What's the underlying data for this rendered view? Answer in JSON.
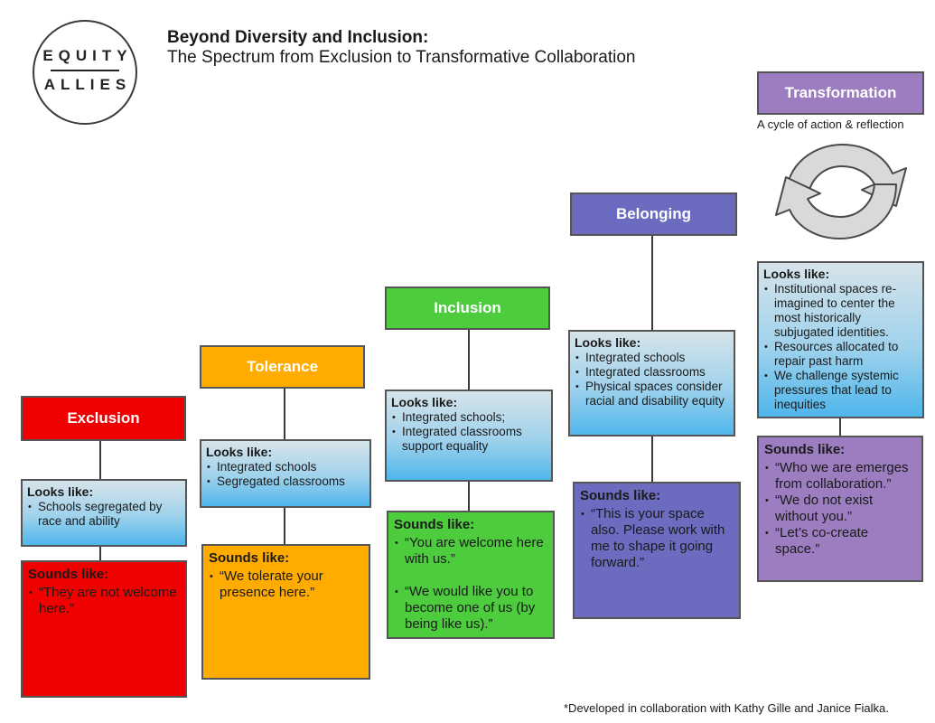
{
  "logo": {
    "line1": "EQUITY",
    "line2": "ALLIES"
  },
  "title": "Beyond Diversity and Inclusion:",
  "subtitle": "The Spectrum from Exclusion to Transformative Collaboration",
  "transformation_note": "A cycle of action & reflection",
  "looks_label": "Looks like:",
  "sounds_label": "Sounds like:",
  "stages": [
    {
      "name": "Exclusion",
      "color": "#f00000",
      "looks_like": [
        "Schools segregated by race and ability"
      ],
      "sounds_like": [
        "“They are not welcome here.”"
      ]
    },
    {
      "name": "Tolerance",
      "color": "#ffab00",
      "looks_like": [
        "Integrated schools",
        "Segregated classrooms"
      ],
      "sounds_like": [
        "“We tolerate your presence here.”"
      ]
    },
    {
      "name": "Inclusion",
      "color": "#4dcc3d",
      "looks_like": [
        "Integrated schools;",
        "Integrated classrooms support equality"
      ],
      "sounds_like": [
        "“You are welcome here with us.”",
        "“We would like you to become one of us (by being like us).”"
      ]
    },
    {
      "name": "Belonging",
      "color": "#6b6cbf",
      "looks_like": [
        "Integrated schools",
        "Integrated classrooms",
        "Physical spaces consider racial and disability equity"
      ],
      "sounds_like": [
        "“This is your space also. Please work with me to shape it going forward.”"
      ]
    },
    {
      "name": "Transformation",
      "color": "#9b7dc0",
      "looks_like": [
        "Institutional spaces re-imagined to center the most historically subjugated identities.",
        "Resources allocated to repair past harm",
        "We challenge systemic pressures that lead to inequities"
      ],
      "sounds_like": [
        "“Who we are emerges from collaboration.”",
        "“We do not exist without you.”",
        "“Let’s co-create space.”"
      ]
    }
  ],
  "footnote": "*Developed in collaboration with Kathy Gille and Janice Fialka."
}
